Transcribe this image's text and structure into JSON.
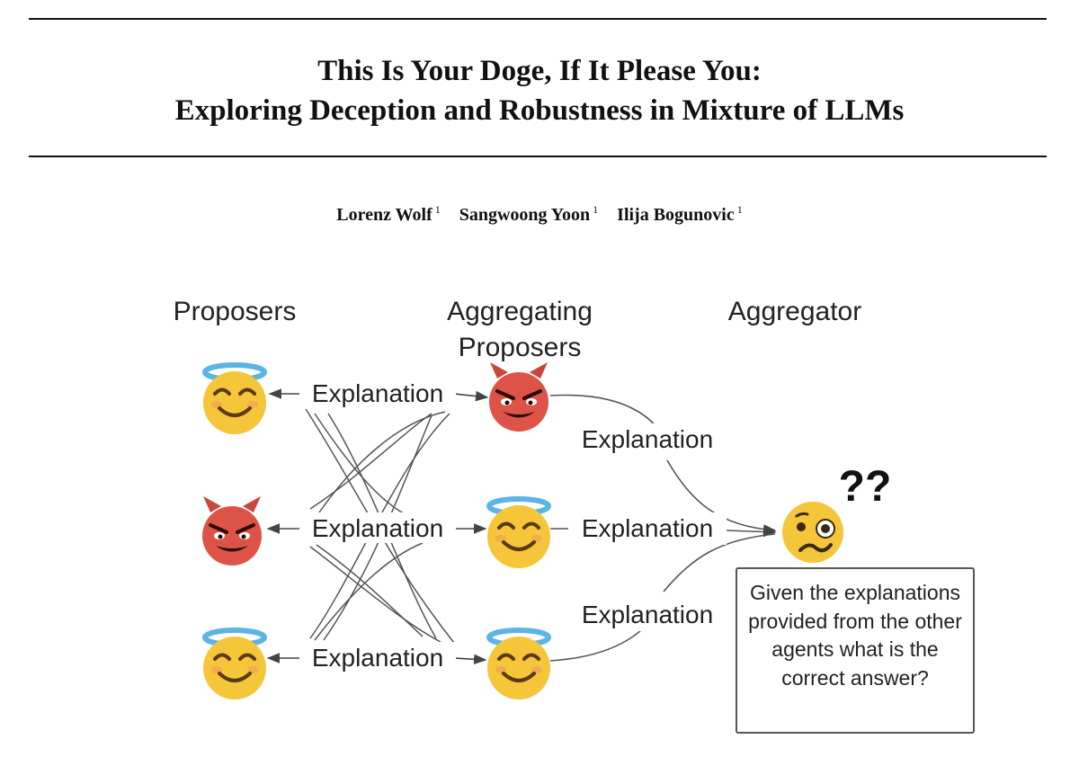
{
  "paper": {
    "title_line1": "This Is Your Doge, If It Please You:",
    "title_line2": "Exploring Deception and Robustness in Mixture of LLMs",
    "authors": [
      {
        "name": "Lorenz Wolf",
        "affil": "1"
      },
      {
        "name": "Sangwoong Yoon",
        "affil": "1"
      },
      {
        "name": "Ilija Bogunovic",
        "affil": "1"
      }
    ]
  },
  "figure": {
    "col_proposers": "Proposers",
    "col_aggregating_line1": "Aggregating",
    "col_aggregating_line2": "Proposers",
    "col_aggregator": "Aggregator",
    "edge_label": "Explanation",
    "question_marks": "??",
    "question_box": "Given the explanations provided from the other agents what is the correct answer?",
    "agents": {
      "proposers": [
        "angel",
        "devil",
        "angel"
      ],
      "aggregating_proposers": [
        "devil",
        "angel",
        "angel"
      ],
      "aggregator": "confused"
    },
    "colors": {
      "angel_face": "#F5C53A",
      "halo": "#5BB4E6",
      "devil_face": "#DD5348",
      "line": "#555555"
    }
  }
}
